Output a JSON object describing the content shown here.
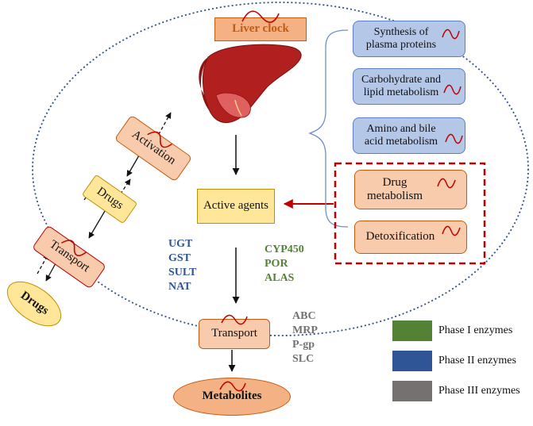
{
  "liver_clock": {
    "label": "Liver clock"
  },
  "functions": [
    {
      "label": "Synthesis of plasma proteins"
    },
    {
      "label": "Carbohydrate and lipid metabolism"
    },
    {
      "label": "Amino and bile acid metabolism"
    },
    {
      "label": "Drug metabolism"
    },
    {
      "label": "Detoxification"
    }
  ],
  "active_agents": {
    "label": "Active agents"
  },
  "phase_ii_enzymes": [
    "UGT",
    "GST",
    "SULT",
    "NAT"
  ],
  "phase_i_enzymes": [
    "CYP450",
    "POR",
    "ALAS"
  ],
  "phase_iii_enzymes": [
    "ABC",
    "MRP",
    "P-gp",
    "SLC"
  ],
  "transport_inner": {
    "label": "Transport"
  },
  "metabolites": {
    "label": "Metabolites"
  },
  "left_chain": {
    "activation": "Activation",
    "drugs": "Drugs",
    "transport": "Transport",
    "drugs_outside": "Drugs"
  },
  "legend": [
    {
      "label": "Phase I enzymes",
      "color": "#548235"
    },
    {
      "label": "Phase II enzymes",
      "color": "#2f5597"
    },
    {
      "label": "Phase III enzymes",
      "color": "#767171"
    }
  ],
  "colors": {
    "phase_i": "#548235",
    "phase_ii": "#2f5597",
    "phase_iii": "#767171",
    "clock_wave": "#c00000",
    "highlight_border": "#c00000"
  }
}
